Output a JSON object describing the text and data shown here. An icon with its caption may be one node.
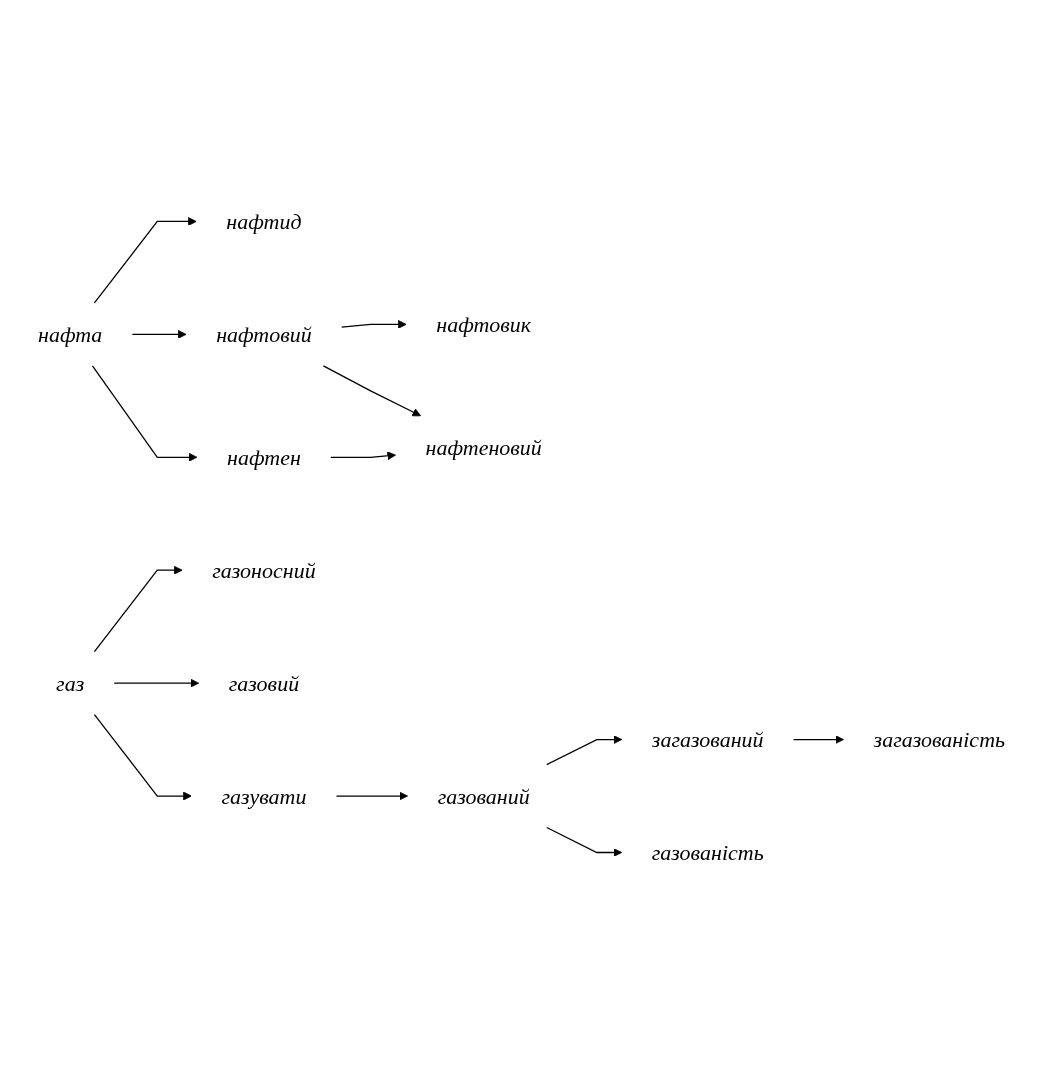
{
  "diagram": {
    "nodes": [
      {
        "text": [
          "нафта"
        ]
      },
      {
        "text": [
          "нафтид"
        ]
      },
      {
        "text": [
          "нафтовий"
        ]
      },
      {
        "text": [
          "нафтовик"
        ]
      },
      {
        "text": [
          "нафтен"
        ]
      },
      {
        "text": [
          "нафтеновий"
        ]
      },
      {
        "text": [
          "газ"
        ]
      },
      {
        "text": [
          "газоносний"
        ]
      },
      {
        "text": [
          "газовий"
        ]
      },
      {
        "text": [
          "газувати"
        ]
      },
      {
        "text": [
          "газований"
        ]
      },
      {
        "text": [
          "загазований"
        ]
      },
      {
        "text": [
          "загазованість"
        ]
      },
      {
        "text": [
          "газованість"
        ]
      }
    ],
    "edges": [
      {
        "from": 0,
        "to": 1,
        "arrow": "to"
      },
      {
        "from": 0,
        "to": 2,
        "arrow": "to"
      },
      {
        "from": 2,
        "to": 3,
        "arrow": "to"
      },
      {
        "from": 0,
        "to": 4,
        "arrow": "to"
      },
      {
        "from": 2,
        "to": 5,
        "arrow": "to"
      },
      {
        "from": 4,
        "to": 5,
        "arrow": "to"
      },
      {
        "from": 6,
        "to": 8,
        "arrow": "to"
      },
      {
        "from": 6,
        "to": 7,
        "arrow": "to"
      },
      {
        "from": 6,
        "to": 9,
        "arrow": "to"
      },
      {
        "from": 9,
        "to": 10,
        "arrow": "to"
      },
      {
        "from": 10,
        "to": 11,
        "arrow": "to"
      },
      {
        "from": 11,
        "to": 12,
        "arrow": "to"
      },
      {
        "from": 10,
        "to": 13,
        "arrow": "to"
      }
    ]
  }
}
